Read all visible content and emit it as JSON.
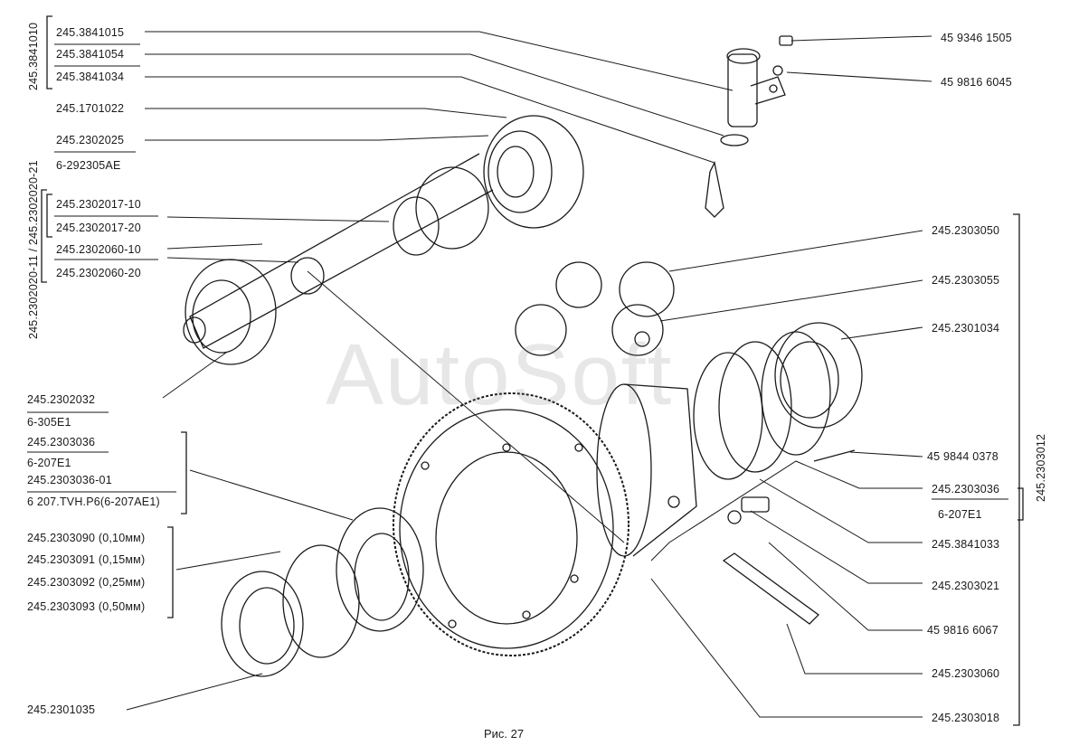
{
  "watermark": "AutoSoft",
  "caption": "Рис. 27",
  "group_labels": {
    "g1": "245.3841010",
    "g2": "245.2302020-11 / 245.2302020-21",
    "g3": "245.2303012"
  },
  "left_labels": {
    "l1": "245.3841015",
    "l2": "245.3841054",
    "l3": "245.3841034",
    "l4": "245.1701022",
    "l5": "245.2302025",
    "l6": "6-292305АЕ",
    "l7": "245.2302017-10",
    "l8": "245.2302017-20",
    "l9": "245.2302060-10",
    "l10": "245.2302060-20",
    "l11": "245.2302032",
    "l12": "6-305Е1",
    "l13": "245.2303036",
    "l14": "6-207Е1",
    "l15": "245.2303036-01",
    "l16": "6 207.TVH.P6(6-207AE1)",
    "l17": "245.2303090 (0,10мм)",
    "l18": "245.2303091 (0,15мм)",
    "l19": "245.2303092 (0,25мм)",
    "l20": "245.2303093 (0,50мм)",
    "l21": "245.2301035"
  },
  "right_labels": {
    "r1": "45 9346 1505",
    "r2": "45 9816 6045",
    "r3": "245.2303050",
    "r4": "245.2303055",
    "r5": "245.2301034",
    "r6": "45 9844 0378",
    "r7": "245.2303036",
    "r8": "6-207Е1",
    "r9": "245.3841033",
    "r10": "245.2303021",
    "r11": "45 9816 6067",
    "r12": "245.2303060",
    "r13": "245.2303018"
  }
}
